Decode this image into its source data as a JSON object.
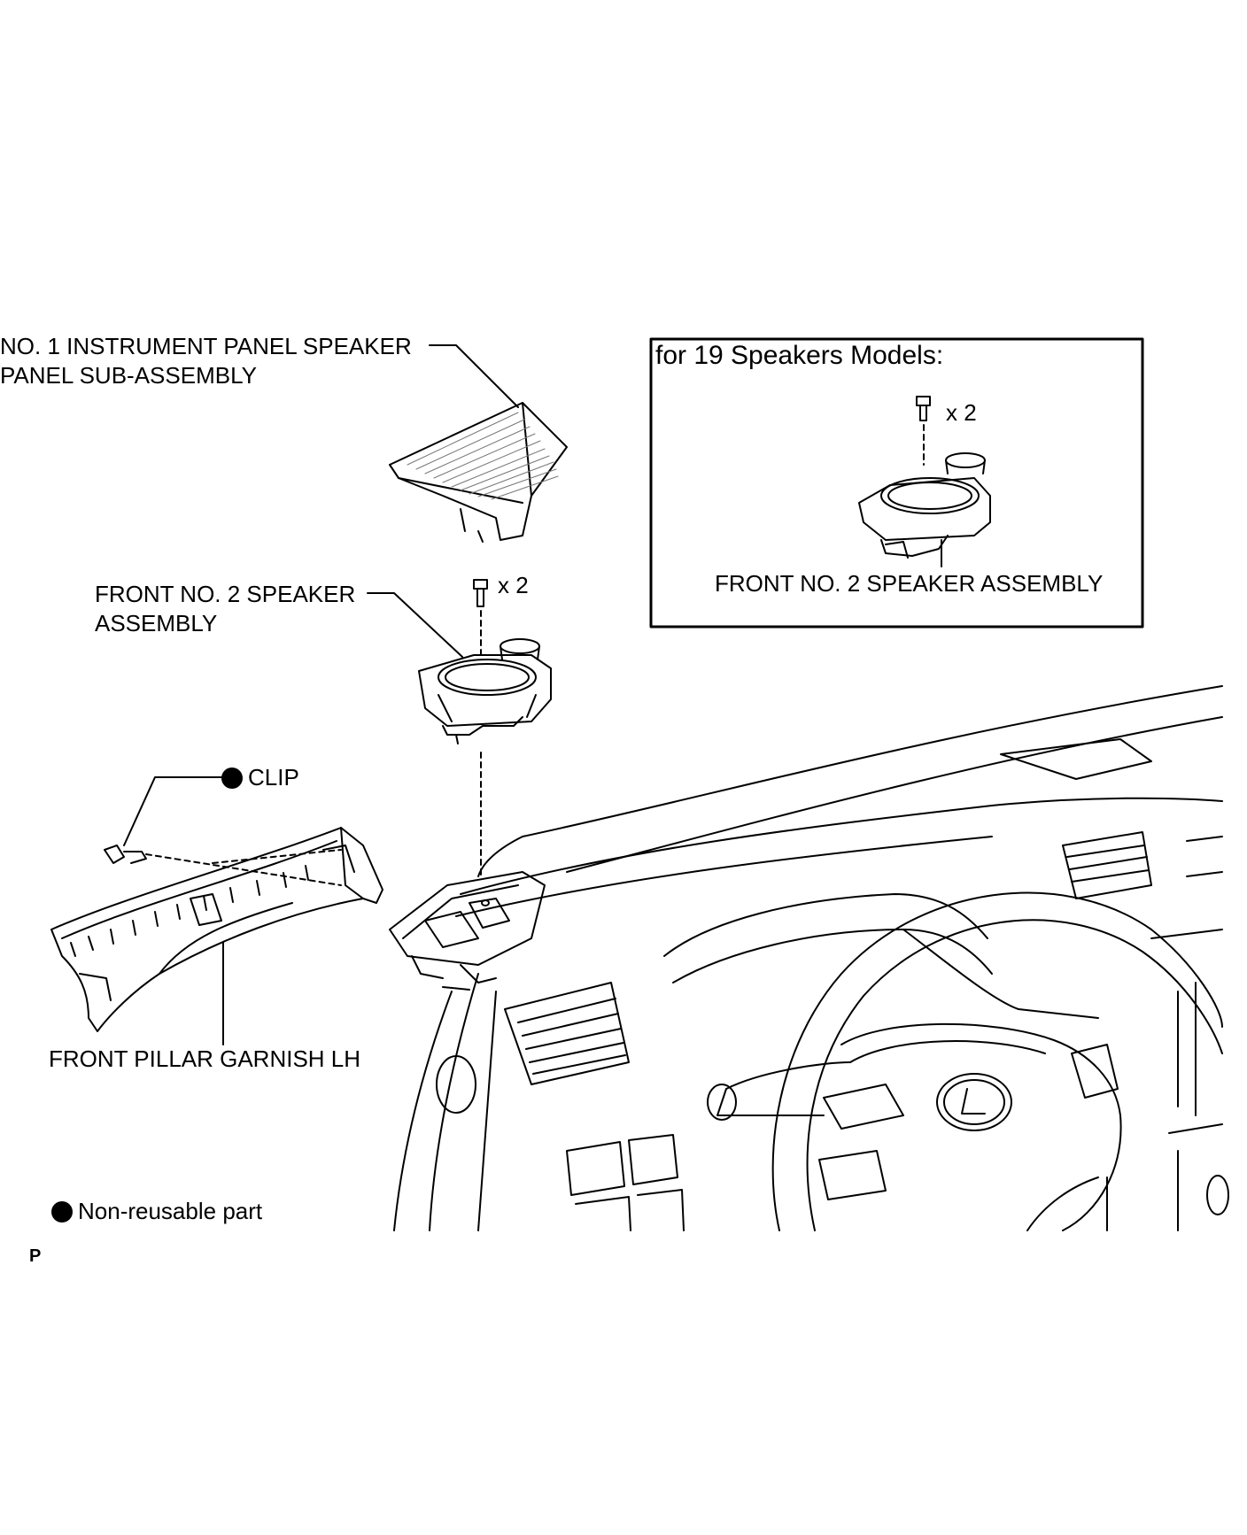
{
  "labels": {
    "panel_line1": "NO. 1 INSTRUMENT PANEL SPEAKER",
    "panel_line2": "PANEL SUB-ASSEMBLY",
    "speaker_line1": "FRONT NO. 2 SPEAKER",
    "speaker_line2": "ASSEMBLY",
    "clip": "CLIP",
    "garnish": "FRONT PILLAR GARNISH LH",
    "qty_main": "x 2",
    "qty_inset": "x 2",
    "inset_title": "for 19 Speakers Models:",
    "inset_speaker": "FRONT NO. 2 SPEAKER ASSEMBLY",
    "legend": "Non-reusable part",
    "figure_code": "P"
  },
  "colors": {
    "line": "#000000",
    "background": "#ffffff"
  },
  "icons": {
    "non_reusable": "filled-circle-icon",
    "bolt": "bolt-icon"
  }
}
